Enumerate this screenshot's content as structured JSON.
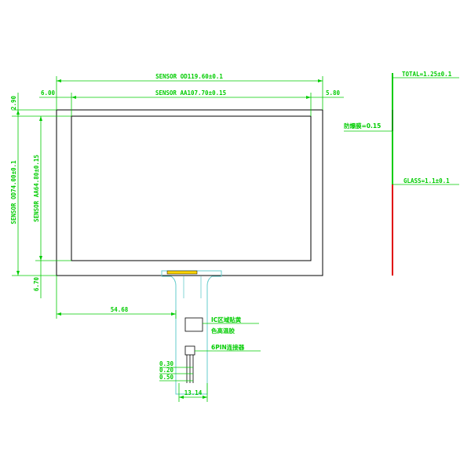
{
  "colors": {
    "outline": "#000000",
    "dimension": "#00cc00",
    "fpc_outline": "#66cccc",
    "stiffener": "#ffd400",
    "side_red": "#e00000",
    "background": "#ffffff"
  },
  "dimensions": {
    "sensor_od_width": "SENSOR OD119.60±0.1",
    "sensor_aa_width": "SENSOR AA107.70±0.15",
    "left_margin": "6.00",
    "right_margin": "5.80",
    "top_margin": "2.90",
    "sensor_od_height": "SENSOR OD74.00±0.1",
    "sensor_aa_height": "SENSOR AA64.80±0.15",
    "bottom_margin": "6.70",
    "fpc_offset": "54.68",
    "fpc_width": "13.14",
    "pitch_1": "0.30",
    "pitch_2": "0.20",
    "pitch_3": "0.50"
  },
  "notes": {
    "ic_area_line1": "IC区域贴黄",
    "ic_area_line2": "色高温胶",
    "connector": "6PIN连接器"
  },
  "side_view": {
    "total": "TOTAL=1.25±0.1",
    "film": "防爆膜=0.15",
    "glass": "GLASS=1.1±0.1"
  }
}
